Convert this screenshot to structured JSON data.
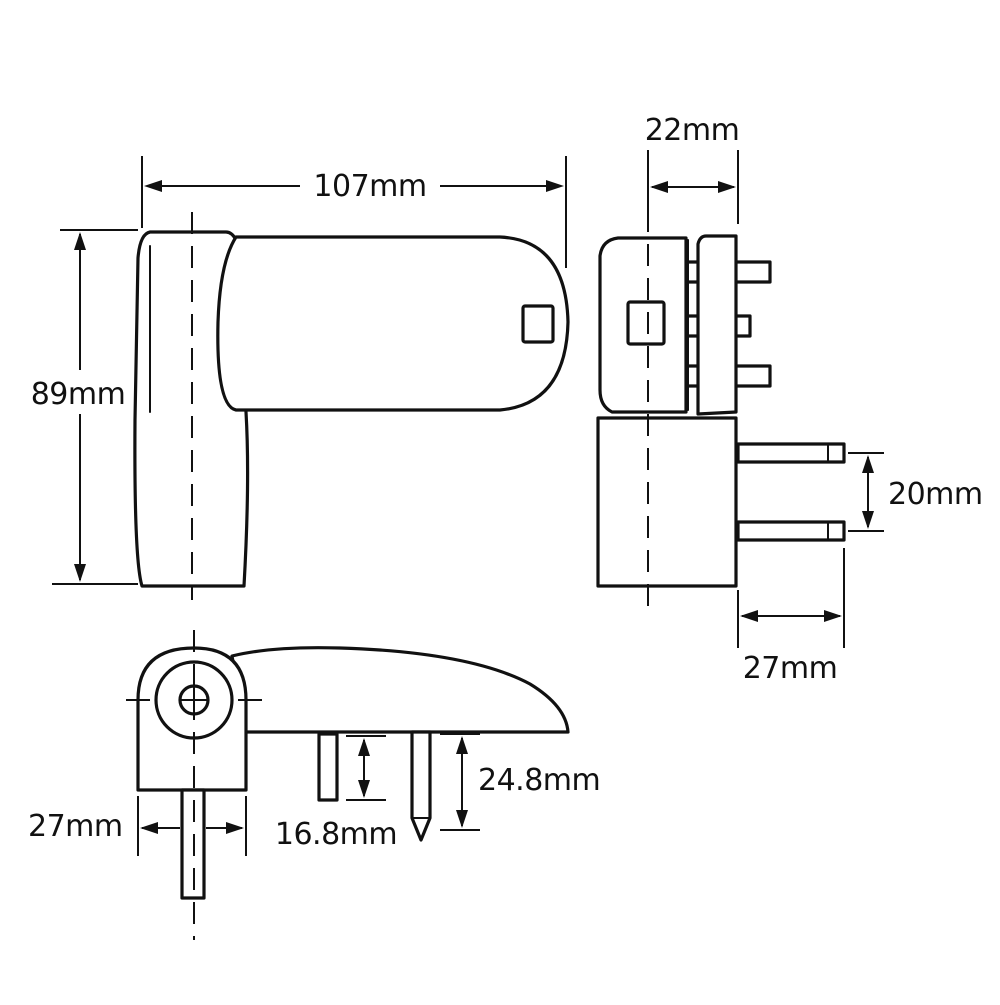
{
  "dimensions": {
    "overall_width": "107mm",
    "overall_height": "89mm",
    "side_top_depth": "22mm",
    "pin_spacing": "20mm",
    "side_pin_length": "27mm",
    "bottom_pin_offset": "27mm",
    "short_pin_length": "16.8mm",
    "long_pin_length": "24.8mm"
  },
  "colors": {
    "line": "#111111",
    "background": "#ffffff"
  }
}
